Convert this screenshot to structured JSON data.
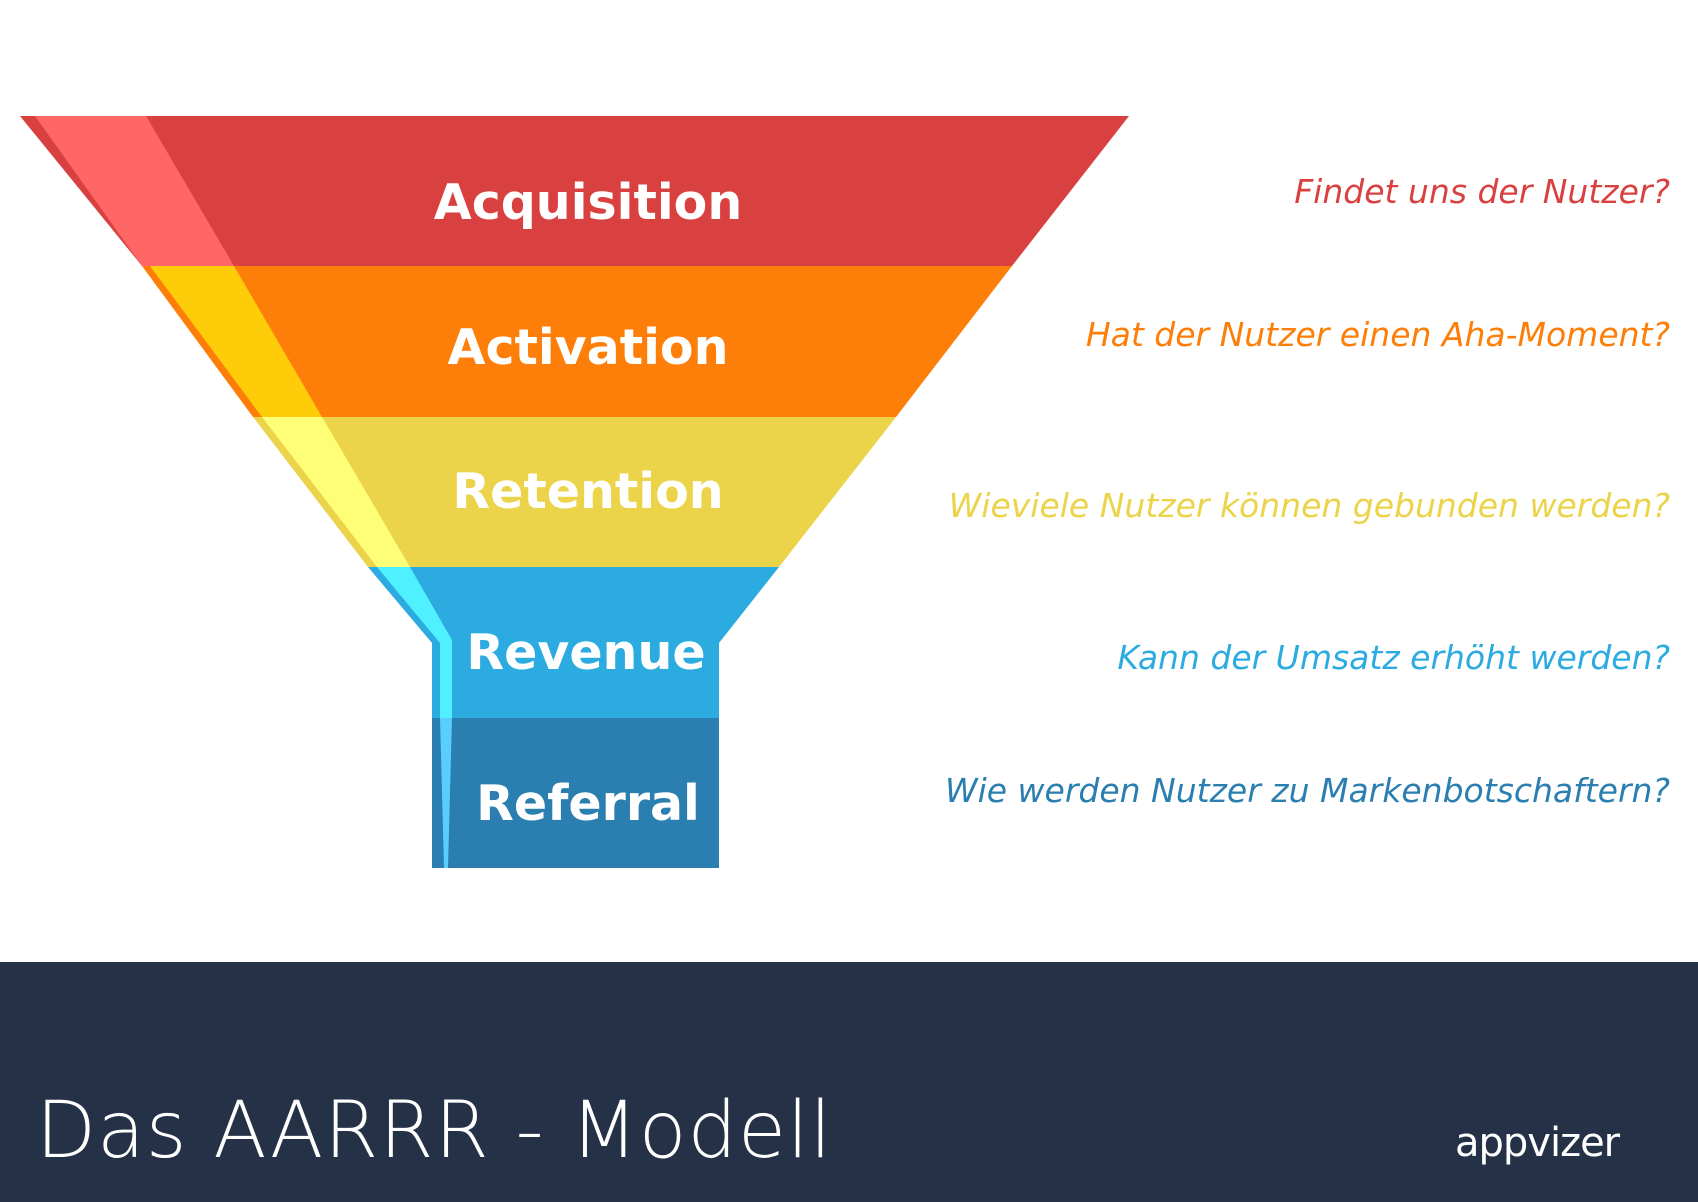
{
  "stages": [
    {
      "label": "Acquisition",
      "question": "Findet uns der Nutzer?",
      "color": "#d94040",
      "highlight": "#ff6767"
    },
    {
      "label": "Activation",
      "question": "Hat der Nutzer einen Aha-Moment?",
      "color": "#fd7e08",
      "highlight": "#ffcc0a"
    },
    {
      "label": "Retention",
      "question": "Wieviele Nutzer können gebunden werden?",
      "color": "#ebd34a",
      "highlight": "#ffff77"
    },
    {
      "label": "Revenue",
      "question": "Kann der Umsatz erhöht werden?",
      "color": "#2cabe0",
      "highlight": "#4ff0ff"
    },
    {
      "label": "Referral",
      "question": "Wie werden Nutzer zu Markenbotschaftern?",
      "color": "#2a7eb0",
      "highlight": "#5acdff"
    }
  ],
  "footer": {
    "title": "Das AARRR - Modell",
    "logo": "appvizer",
    "background": "#253147"
  }
}
